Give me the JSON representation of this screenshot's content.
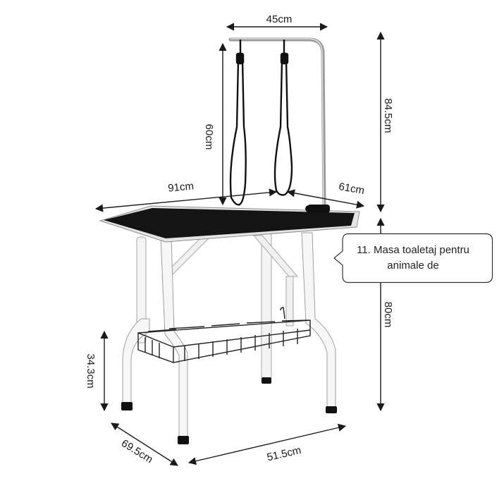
{
  "dimensions": {
    "arm_width": "45cm",
    "total_height": "84.5cm",
    "loop_height": "60cm",
    "table_length": "91cm",
    "table_depth": "61cm",
    "table_height": "80cm",
    "shelf_height": "34.3cm",
    "base_depth": "69.5cm",
    "base_length": "51.5cm"
  },
  "tooltip": {
    "text": "11. Masa toaletaj pentru animale de"
  },
  "colors": {
    "tabletop": "#141414",
    "frame": "#f2f2f2",
    "frame_outline": "#9a9a9a",
    "dimension_line": "#1a1a1a",
    "tooltip_border": "#333333"
  },
  "icons": {
    "leash": "leash-loop-icon",
    "clamp": "clamp-icon"
  }
}
